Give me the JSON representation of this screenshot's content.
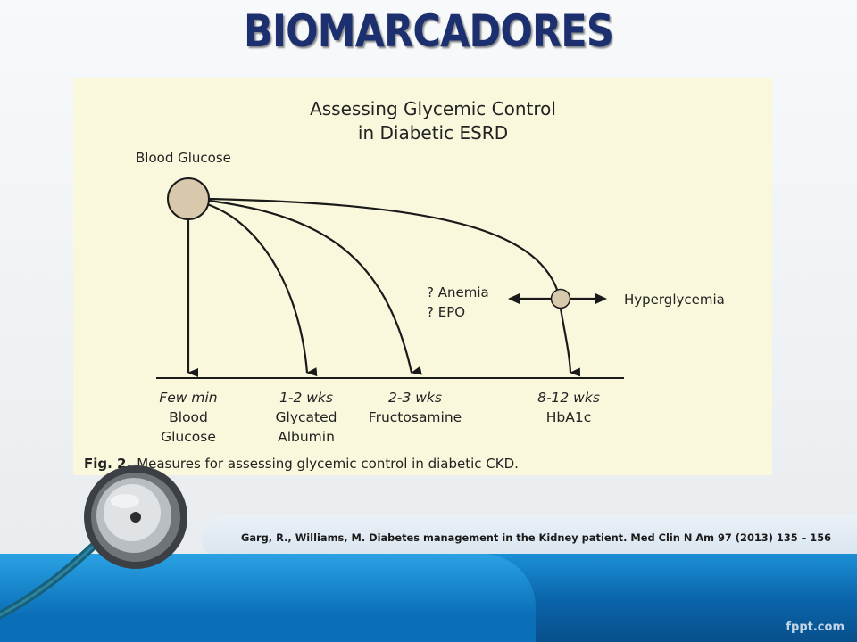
{
  "slide": {
    "title": "BIOMARCADORES",
    "citation": "Garg, R., Williams, M. Diabetes management in the Kidney patient. Med Clin N Am 97 (2013) 135 – 156",
    "watermark": "fppt.com"
  },
  "figure": {
    "title_line1": "Assessing Glycemic Control",
    "title_line2": "in Diabetic ESRD",
    "source_node_label": "Blood Glucose",
    "modifiers": [
      "? Anemia",
      "? EPO"
    ],
    "effect_label": "Hyperglycemia",
    "caption_prefix": "Fig. 2.",
    "caption_text": "Measures for assessing glycemic control in diabetic CKD.",
    "measures": [
      {
        "time": "Few min",
        "name_line1": "Blood",
        "name_line2": "Glucose"
      },
      {
        "time": "1-2 wks",
        "name_line1": "Glycated",
        "name_line2": "Albumin"
      },
      {
        "time": "2-3 wks",
        "name_line1": "Fructosamine",
        "name_line2": ""
      },
      {
        "time": "8-12 wks",
        "name_line1": "HbA1c",
        "name_line2": ""
      }
    ],
    "colors": {
      "node_fill": "#d8c9ad",
      "panel_bg": "#faf8dc",
      "line": "#1a1a1a"
    }
  },
  "icons": {
    "decor": "stethoscope-icon"
  }
}
